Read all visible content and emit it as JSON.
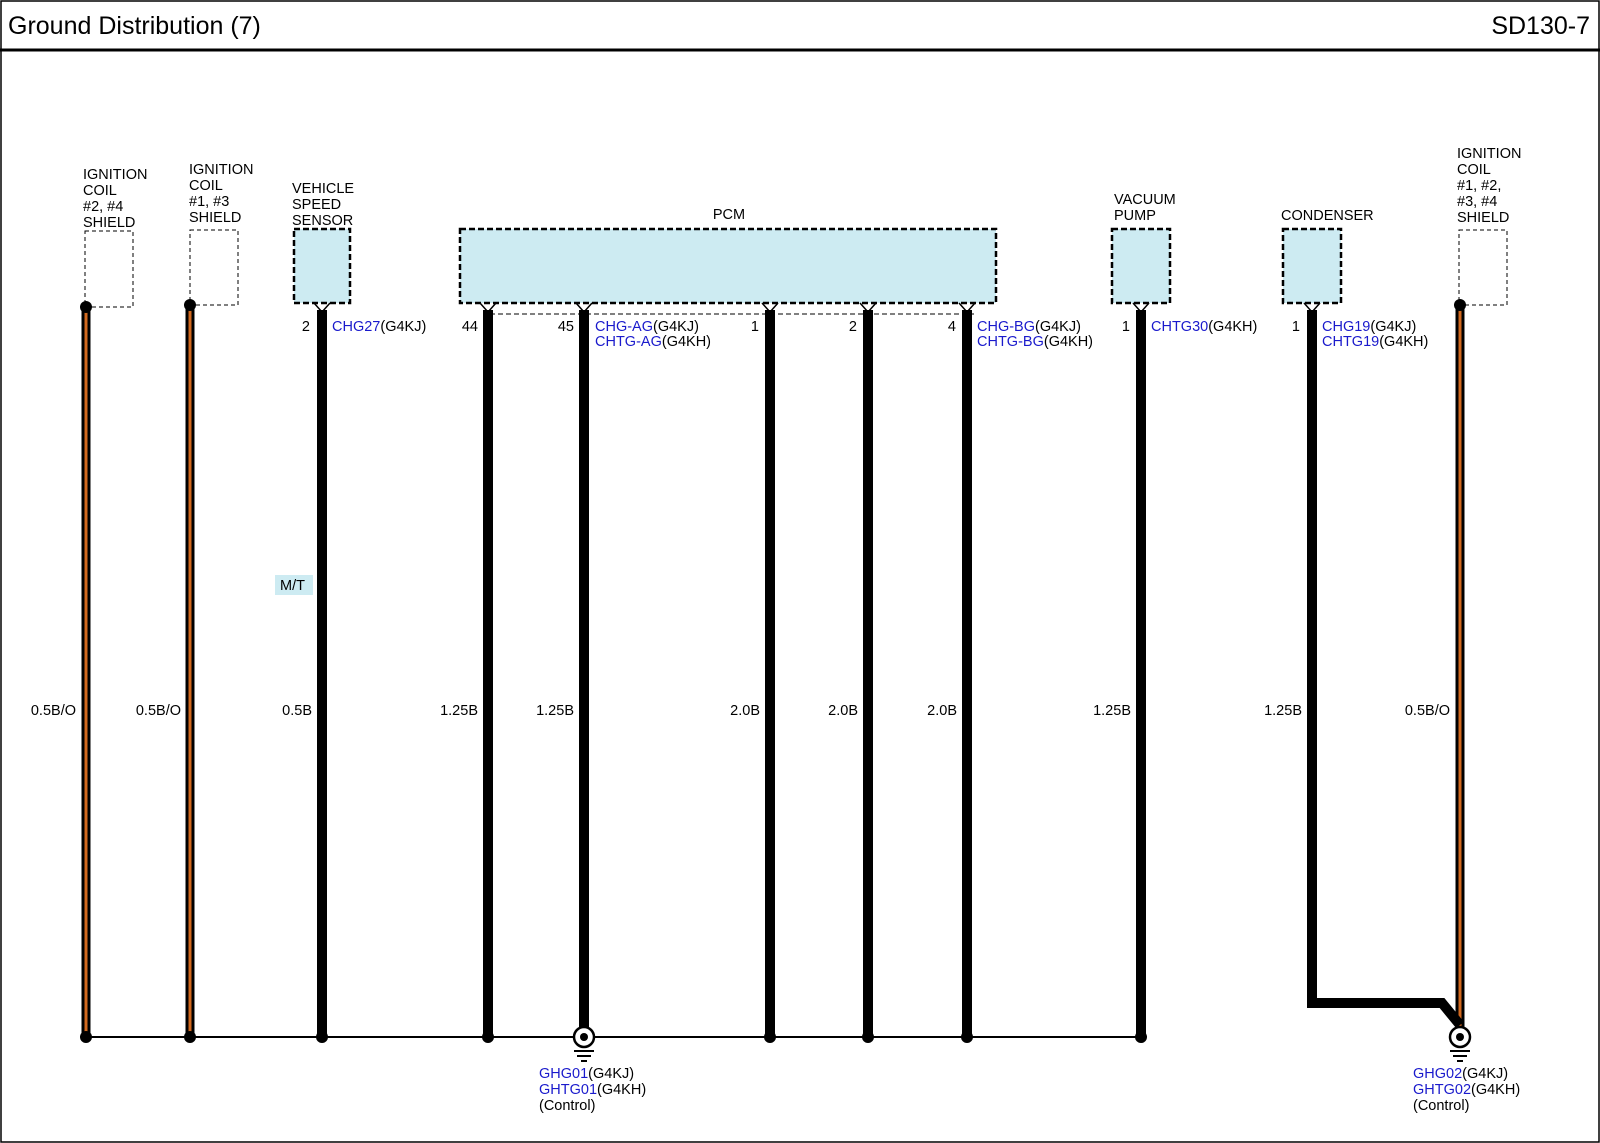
{
  "header": {
    "title": "Ground Distribution (7)",
    "page_code": "SD130-7"
  },
  "components": {
    "ign_coil_24": [
      "IGNITION",
      "COIL",
      "#2, #4",
      "SHIELD"
    ],
    "ign_coil_13": [
      "IGNITION",
      "COIL",
      "#1, #3",
      "SHIELD"
    ],
    "vss": [
      "VEHICLE",
      "SPEED",
      "SENSOR"
    ],
    "pcm": "PCM",
    "vacuum_pump": [
      "VACUUM",
      "PUMP"
    ],
    "condenser": "CONDENSER",
    "ign_coil_1234": [
      "IGNITION",
      "COIL",
      "#1, #2,",
      "#3, #4",
      "SHIELD"
    ]
  },
  "pins": {
    "vss": "2",
    "pcm_44": "44",
    "pcm_45": "45",
    "pcm_1": "1",
    "pcm_2": "2",
    "pcm_4": "4",
    "vacuum": "1",
    "condenser": "1"
  },
  "connectors": {
    "vss": {
      "code": "CHG27",
      "variant": "(G4KJ)"
    },
    "pcm_a": [
      {
        "code": "CHG-AG",
        "variant": "(G4KJ)"
      },
      {
        "code": "CHTG-AG",
        "variant": "(G4KH)"
      }
    ],
    "pcm_b": [
      {
        "code": "CHG-BG",
        "variant": "(G4KJ)"
      },
      {
        "code": "CHTG-BG",
        "variant": "(G4KH)"
      }
    ],
    "vacuum": {
      "code": "CHTG30",
      "variant": "(G4KH)"
    },
    "condenser": [
      {
        "code": "CHG19",
        "variant": "(G4KJ)"
      },
      {
        "code": "CHTG19",
        "variant": "(G4KH)"
      }
    ]
  },
  "option_tag": "M/T",
  "wires": {
    "w1": "0.5B/O",
    "w2": "0.5B/O",
    "w3": "0.5B",
    "w4": "1.25B",
    "w5": "1.25B",
    "w6": "2.0B",
    "w7": "2.0B",
    "w8": "2.0B",
    "w9": "1.25B",
    "w10": "1.25B",
    "w11": "0.5B/O"
  },
  "grounds": {
    "g1": [
      {
        "code": "GHG01",
        "variant": "(G4KJ)"
      },
      {
        "code": "GHTG01",
        "variant": "(G4KH)"
      },
      {
        "code": "",
        "variant": "(Control)"
      }
    ],
    "g2": [
      {
        "code": "GHG02",
        "variant": "(G4KJ)"
      },
      {
        "code": "GHTG02",
        "variant": "(G4KH)"
      },
      {
        "code": "",
        "variant": "(Control)"
      }
    ]
  },
  "colors": {
    "connector_code": "#1a1acc",
    "component_fill": "#cdebf2",
    "shield_wire_stripe": "#d2691e",
    "wire": "#000000"
  }
}
